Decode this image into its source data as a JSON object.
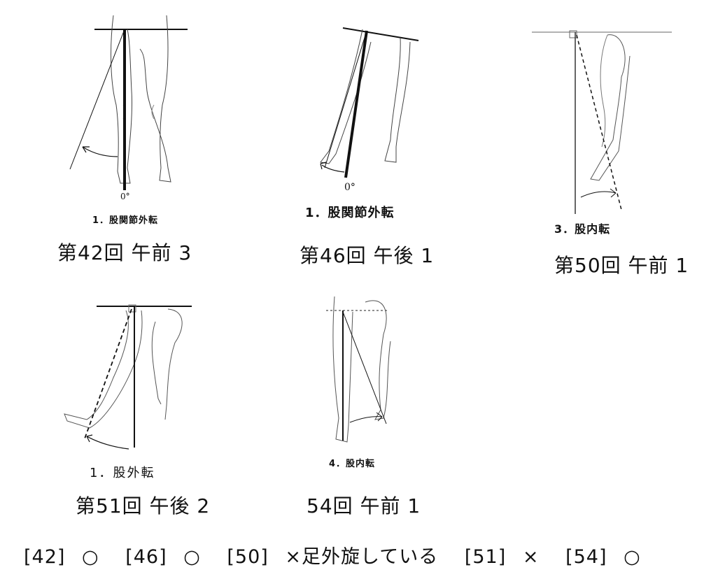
{
  "figures": [
    {
      "label": "1．股関節外転",
      "exam": "第42回 午前 3",
      "zero": "0°"
    },
    {
      "label": "1．股関節外転",
      "exam": "第46回 午後 1",
      "zero": "0°"
    },
    {
      "label": "3．股内転",
      "exam": "第50回 午前 1"
    },
    {
      "label": "1．股外転",
      "exam": "第51回 午後 2"
    },
    {
      "label": "4．股内転",
      "exam": "54回 午前 1"
    }
  ],
  "answers": [
    {
      "num": "[42]",
      "mark": "○"
    },
    {
      "num": "[46]",
      "mark": "○"
    },
    {
      "num": "[50]",
      "mark": "×足外旋している"
    },
    {
      "num": "[51]",
      "mark": "×"
    },
    {
      "num": "[54]",
      "mark": "○"
    }
  ]
}
